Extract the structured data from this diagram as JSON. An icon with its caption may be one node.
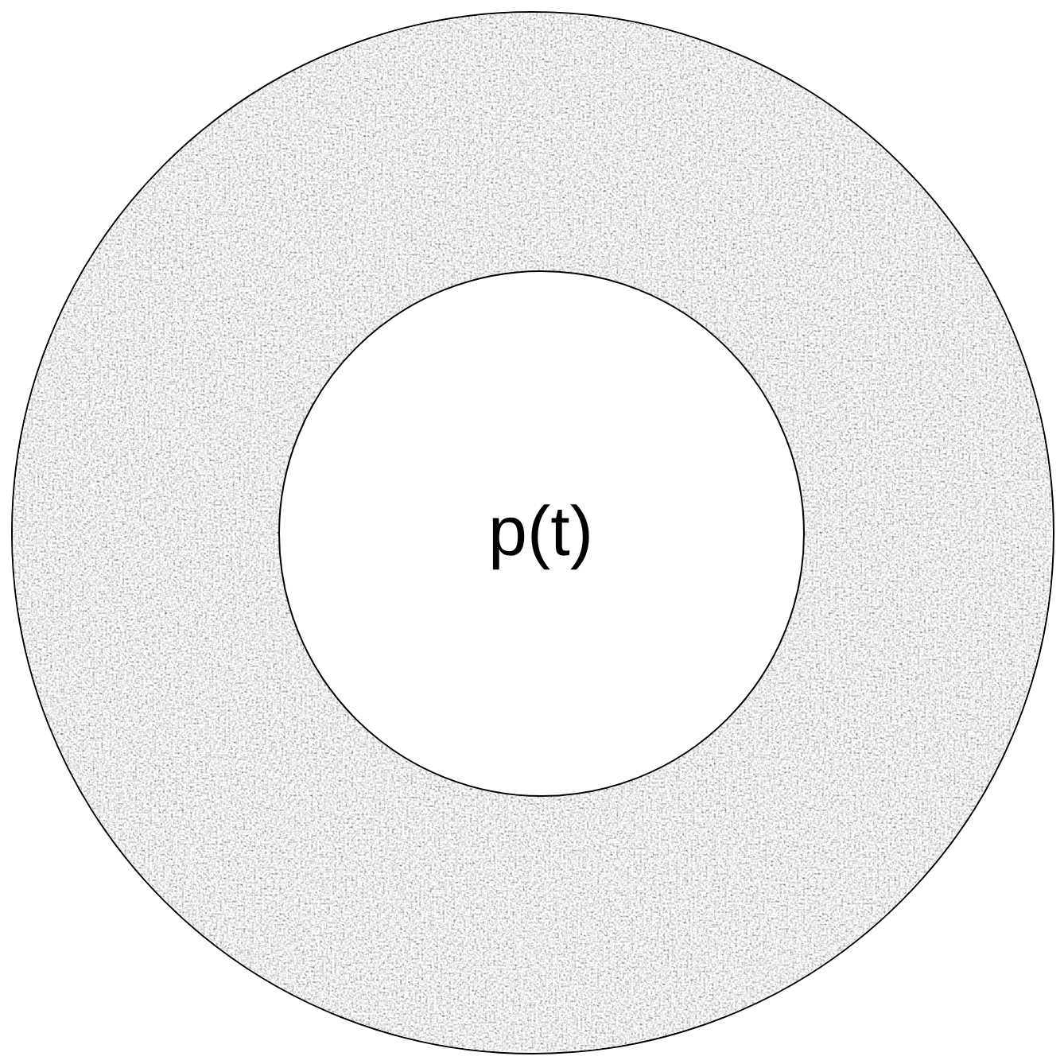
{
  "diagram": {
    "nodes": [
      {
        "text": [],
        "shape": "circle"
      },
      {
        "text": [
          "p(t)"
        ],
        "in": 0
      }
    ]
  }
}
